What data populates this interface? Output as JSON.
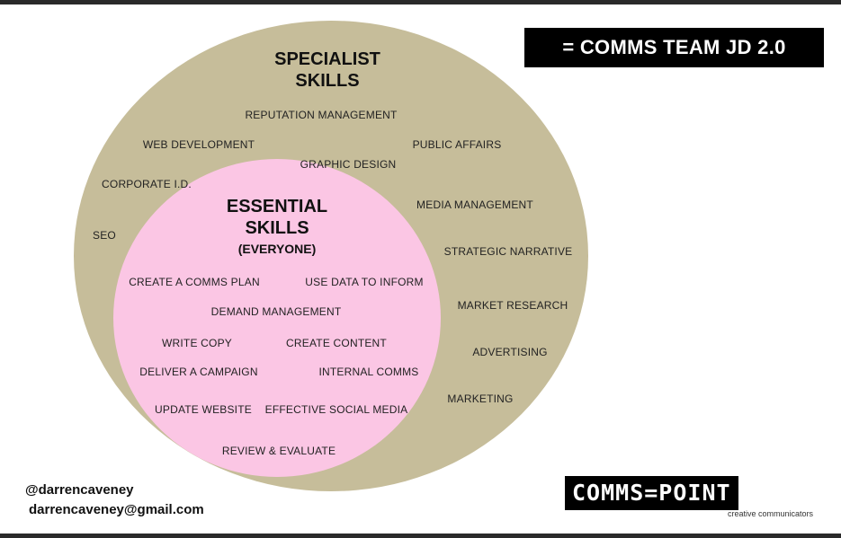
{
  "banner": {
    "text": "= COMMS TEAM JD 2.0"
  },
  "specialist": {
    "title_line1": "SPECIALIST",
    "title_line2": "SKILLS",
    "items": [
      "REPUTATION MANAGEMENT",
      "WEB DEVELOPMENT",
      "PUBLIC AFFAIRS",
      "GRAPHIC DESIGN",
      "CORPORATE I.D.",
      "MEDIA MANAGEMENT",
      "SEO",
      "STRATEGIC NARRATIVE",
      "MARKET RESEARCH",
      "ADVERTISING",
      "MARKETING"
    ]
  },
  "essential": {
    "title_line1": "ESSENTIAL",
    "title_line2": "SKILLS",
    "subtitle": "(EVERYONE)",
    "items": [
      "CREATE A COMMS PLAN",
      "USE DATA TO INFORM",
      "DEMAND MANAGEMENT",
      "WRITE COPY",
      "CREATE CONTENT",
      "DELIVER A CAMPAIGN",
      "INTERNAL COMMS",
      "UPDATE WEBSITE",
      "EFFECTIVE SOCIAL MEDIA",
      "REVIEW & EVALUATE"
    ]
  },
  "contact": {
    "handle": "@darrencaveney",
    "email": "darrencaveney@gmail.com"
  },
  "logo": {
    "text": "COMMS=POINT",
    "tagline": "creative communicators"
  },
  "colors": {
    "outer_circle": "#c6bd9a",
    "inner_circle": "#fbc6e4",
    "banner_bg": "#000000",
    "frame": "#2a2a2a"
  }
}
